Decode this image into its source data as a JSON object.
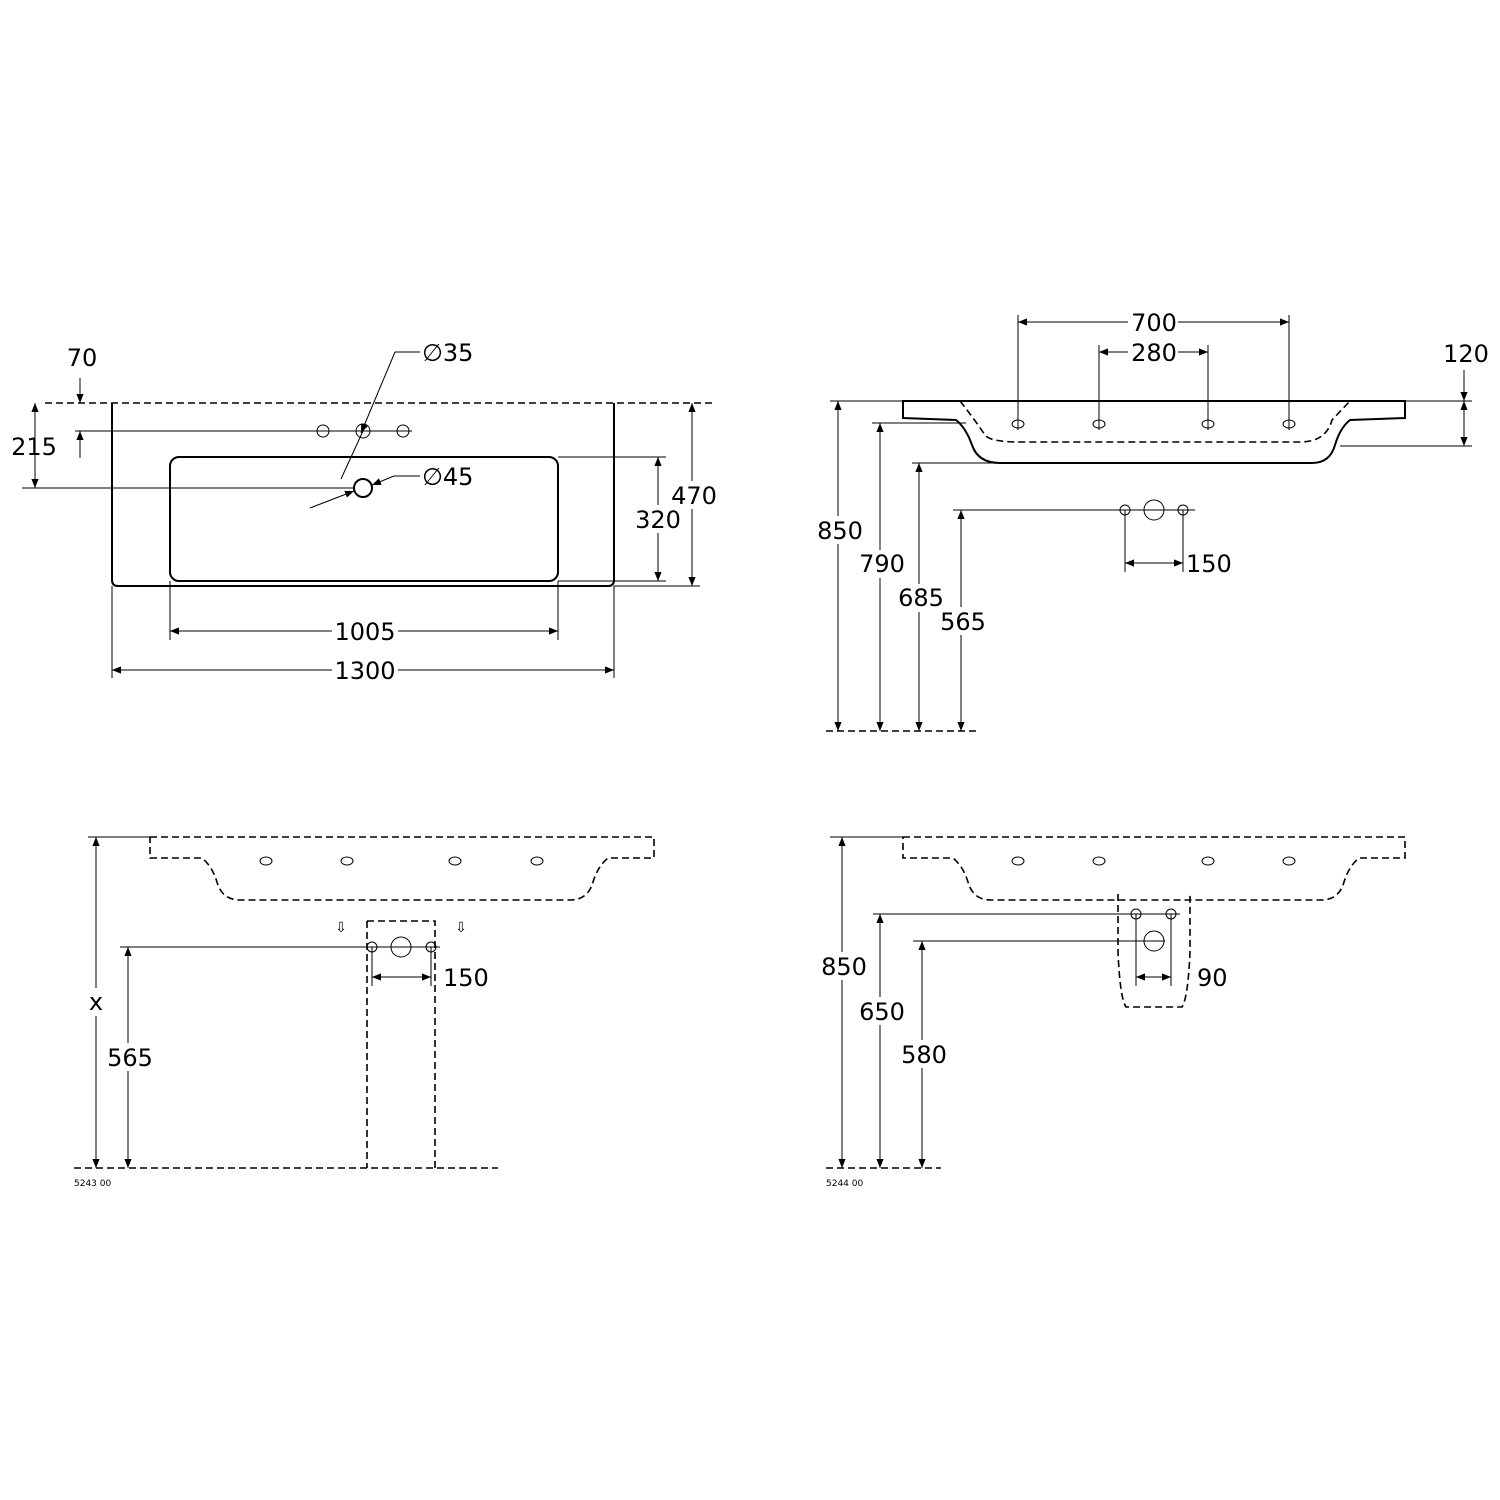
{
  "top_view": {
    "offset": "70",
    "tap_hole_to_waste": "215",
    "tap_hole_diameter": "∅35",
    "waste_diameter": "∅45",
    "bowl_depth": "320",
    "overall_depth": "470",
    "bowl_width": "1005",
    "overall_width": "1300"
  },
  "front_view": {
    "fixing_spacing_outer": "700",
    "fixing_spacing_inner": "280",
    "rim_thickness": "120",
    "rim_height": "850",
    "height_790": "790",
    "height_685": "685",
    "height_565": "565",
    "waste_spacing": "150"
  },
  "pedestal_view": {
    "height_x": "x",
    "waste_height": "565",
    "waste_spacing": "150",
    "code": "5243 00"
  },
  "semi_pedestal_view": {
    "rim_height": "850",
    "supply_height": "650",
    "waste_height": "580",
    "spacing": "90",
    "code": "5244 00"
  }
}
